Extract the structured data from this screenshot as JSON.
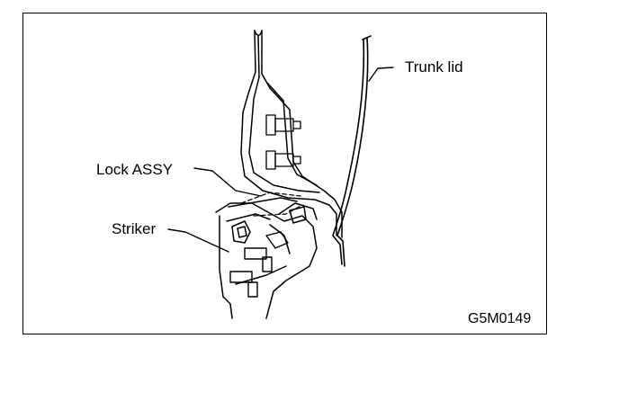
{
  "labels": {
    "trunk_lid": "Trunk lid",
    "lock_assy": "Lock ASSY",
    "striker": "Striker"
  },
  "figure_code": "G5M0149"
}
